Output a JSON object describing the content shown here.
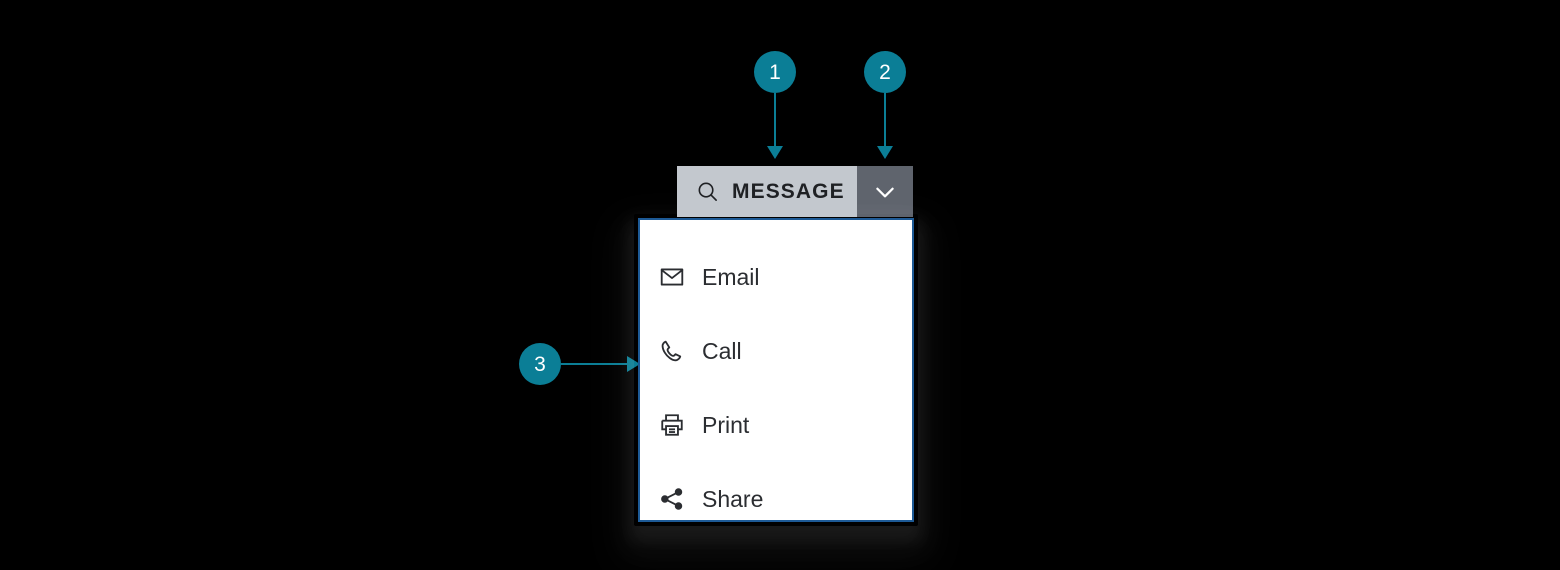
{
  "background_color": "#000000",
  "accent_color": "#0b7e96",
  "panel_border_color": "#1d5a96",
  "button": {
    "main": {
      "label": "MESSAGE",
      "icon": "search-icon",
      "background_color": "#c3c8ce",
      "text_color": "#1f2124"
    },
    "caret": {
      "icon": "chevron-down-icon",
      "background_color": "#5f646d",
      "icon_color": "#ffffff"
    }
  },
  "dropdown": {
    "background_color": "#ffffff",
    "items": [
      {
        "label": "Email",
        "icon": "envelope-icon"
      },
      {
        "label": "Call",
        "icon": "phone-icon"
      },
      {
        "label": "Print",
        "icon": "printer-icon"
      },
      {
        "label": "Share",
        "icon": "share-nodes-icon"
      }
    ]
  },
  "callouts": [
    {
      "number": "1",
      "target": "message-button"
    },
    {
      "number": "2",
      "target": "dropdown-toggle"
    },
    {
      "number": "3",
      "target": "dropdown-menu"
    }
  ]
}
